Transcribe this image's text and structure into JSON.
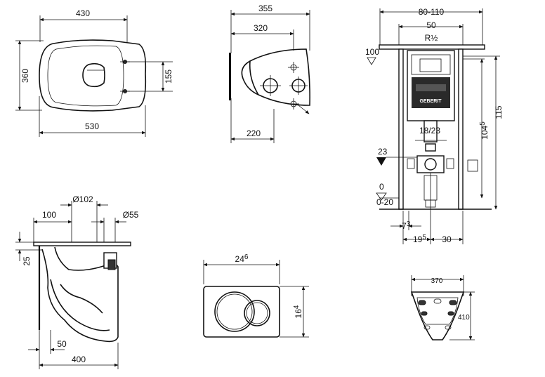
{
  "toilet_top": {
    "width": "430",
    "length": "530",
    "depth": "360",
    "fix_spacing": "155"
  },
  "toilet_side": {
    "total": "355",
    "fix_depth": "320",
    "height": "220"
  },
  "frame": {
    "width_range": "80-110",
    "inner_width": "50",
    "thread": "R½",
    "top_mark": "100",
    "height_total": "115",
    "height_inner_main": "104",
    "height_inner_sup": "5",
    "connector": "18/23",
    "flush_level": "23",
    "floor_level": "0",
    "floor_range": "0-20",
    "offset_small_main": "7",
    "offset_small_sup": "3",
    "offset_19_main": "19",
    "offset_19_sup": "5",
    "offset_30": "30",
    "brand": "GEBERIT"
  },
  "section": {
    "dia_outlet": "Ø102",
    "dia_inlet": "Ø55",
    "dist_100": "100",
    "rim": "25",
    "base_50": "50",
    "depth_400": "400"
  },
  "button": {
    "width_main": "24",
    "width_sup": "6",
    "height_main": "16",
    "height_sup": "4"
  },
  "front": {
    "width": "370",
    "height": "410"
  },
  "colors": {
    "line": "#111111",
    "background": "#ffffff"
  }
}
